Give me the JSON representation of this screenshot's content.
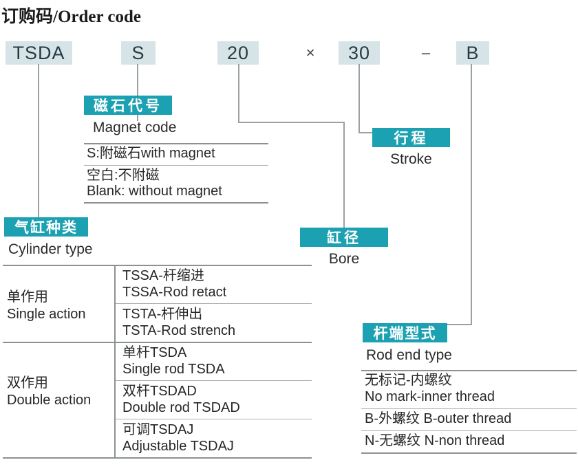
{
  "title": "订购码/Order code",
  "order_code": {
    "segments": [
      {
        "name": "model",
        "text": "TSDA",
        "type": "chip"
      },
      {
        "name": "magnet",
        "text": "S",
        "type": "chip"
      },
      {
        "name": "bore",
        "text": "20",
        "type": "chip"
      },
      {
        "name": "times",
        "text": "×",
        "type": "symbol"
      },
      {
        "name": "stroke",
        "text": "30",
        "type": "chip"
      },
      {
        "name": "dash",
        "text": "–",
        "type": "symbol"
      },
      {
        "name": "rod-end",
        "text": "B",
        "type": "chip"
      }
    ]
  },
  "colors": {
    "teal": "#1ba1b1",
    "chip_fill": "#d7e4e7",
    "line": "#9aa0a3",
    "rule": "#8c9193",
    "text": "#272727"
  },
  "magnet_code": {
    "label_cn": "磁石代号",
    "label_en": "Magnet code",
    "rows": [
      {
        "line1": "S:附磁石with magnet",
        "line2": ""
      },
      {
        "line1": "空白:不附磁",
        "line2": "Blank: without magnet"
      }
    ]
  },
  "stroke": {
    "label_cn": "行程",
    "label_en": "Stroke"
  },
  "bore": {
    "label_cn": "缸径",
    "label_en": "Bore"
  },
  "cylinder_type": {
    "label_cn": "气缸种类",
    "label_en": "Cylinder type",
    "groups": [
      {
        "name_cn": "单作用",
        "name_en": "Single action",
        "items": [
          {
            "cn": "TSSA-杆缩进",
            "en": "TSSA-Rod retact"
          },
          {
            "cn": "TSTA-杆伸出",
            "en": "TSTA-Rod strench"
          }
        ]
      },
      {
        "name_cn": "双作用",
        "name_en": "Double action",
        "items": [
          {
            "cn": "单杆TSDA",
            "en": "Single rod TSDA"
          },
          {
            "cn": "双杆TSDAD",
            "en": "Double rod TSDAD"
          },
          {
            "cn": "可调TSDAJ",
            "en": "Adjustable TSDAJ"
          }
        ]
      }
    ]
  },
  "rod_end_type": {
    "label_cn": "杆端型式",
    "label_en": "Rod end type",
    "rows": [
      {
        "line1": "无标记-内螺纹",
        "line2": "No mark-inner thread"
      },
      {
        "line1": "B-外螺纹  B-outer thread",
        "line2": ""
      },
      {
        "line1": "N-无螺纹  N-non thread",
        "line2": ""
      }
    ]
  }
}
